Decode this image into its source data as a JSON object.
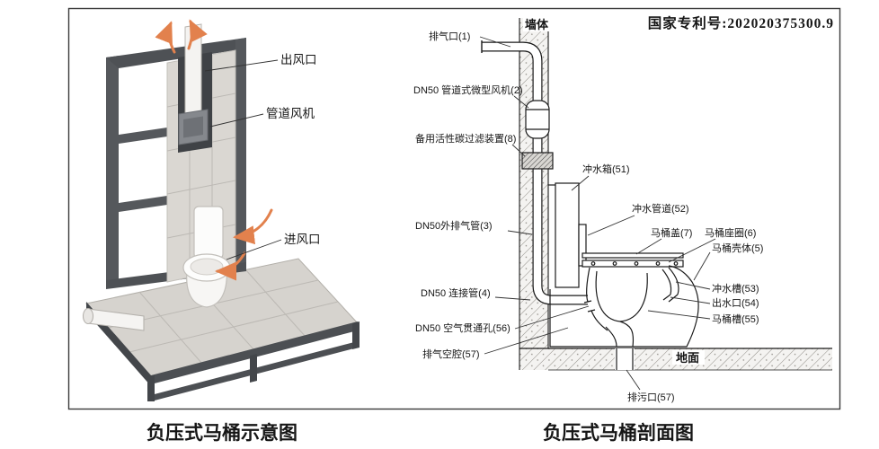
{
  "page": {
    "patent_number": "国家专利号:202020375300.9",
    "captions": {
      "schematic": "负压式马桶示意图",
      "section": "负压式马桶剖面图"
    }
  },
  "colors": {
    "patent_red": "#e60012",
    "arrow_orange": "#e2814d"
  },
  "schematic": {
    "labels": {
      "air_outlet": "出风口",
      "duct_fan": "管道风机",
      "air_inlet": "进风口"
    }
  },
  "section": {
    "environment": {
      "wall": "墙体",
      "ground": "地面"
    },
    "labels": {
      "exhaust_port": "排气口(1)",
      "inline_fan": "DN50 管道式微型风机(2)",
      "carbon_filter": "备用活性碳过滤装置(8)",
      "flush_tank": "冲水箱(51)",
      "flush_pipe": "冲水管道(52)",
      "lid": "马桶盖(7)",
      "seat_ring": "马桶座圈(6)",
      "shell": "马桶壳体(5)",
      "flush_channel": "冲水槽(53)",
      "water_outlet": "出水口(54)",
      "bowl_trough": "马桶槽(55)",
      "outer_exhaust_pipe": "DN50外排气管(3)",
      "connector_pipe": "DN50 连接管(4)",
      "air_through_hole": "DN50 空气贯通孔(56)",
      "exhaust_cavity": "排气空腔(57)",
      "sewage_outlet": "排污口(57)"
    }
  }
}
